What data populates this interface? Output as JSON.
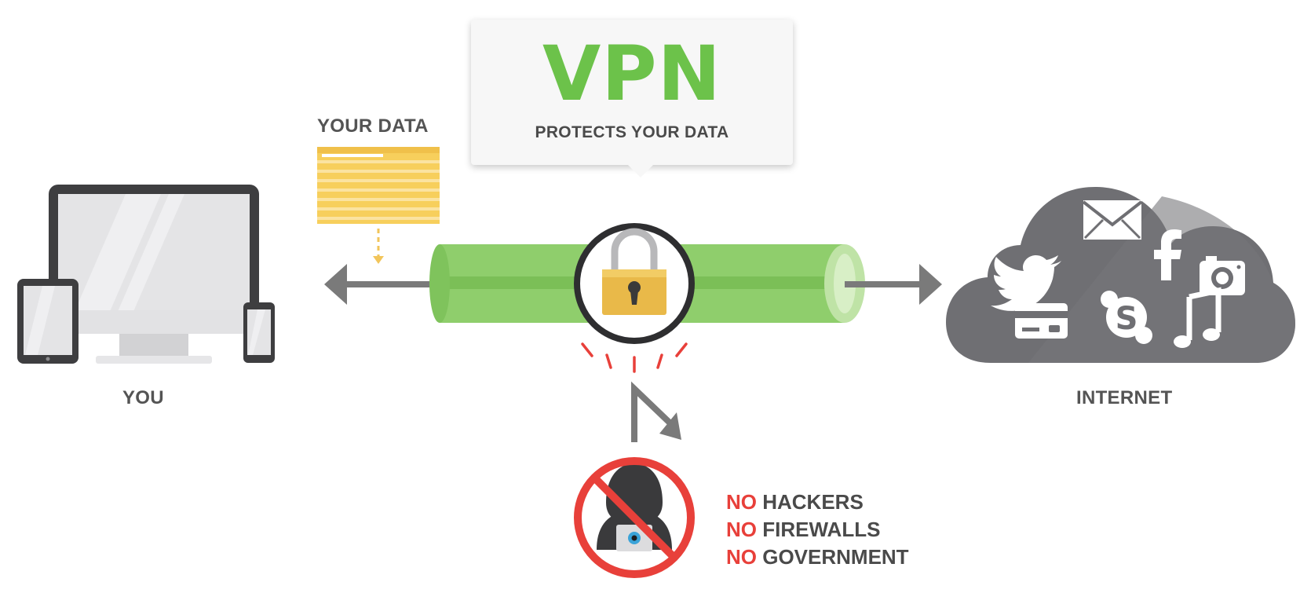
{
  "callout": {
    "title": "VPN",
    "subtitle": "PROTECTS YOUR DATA"
  },
  "data_label": "YOUR DATA",
  "you_label": "YOU",
  "internet_label": "INTERNET",
  "blocked": [
    {
      "no": "NO",
      "text": " HACKERS"
    },
    {
      "no": "NO",
      "text": " FIREWALLS"
    },
    {
      "no": "NO",
      "text": " GOVERNMENT"
    }
  ],
  "colors": {
    "vpn_green": "#6cc24a",
    "tunnel_green": "#8fce6c",
    "arrow_gray": "#7a7a7a",
    "alert_red": "#e8403a",
    "data_yellow": "#f7cf5c",
    "lock_gold": "#e9b949",
    "cloud_gray": "#6f6f73",
    "device_dark": "#3e3e40"
  },
  "icons": [
    "laptop-monitor-icon",
    "tablet-icon",
    "phone-icon",
    "data-sheet-icon",
    "padlock-icon",
    "cloud-icon",
    "mail-icon",
    "twitter-icon",
    "facebook-icon",
    "camera-icon",
    "credit-card-icon",
    "skype-icon",
    "music-note-icon",
    "hacker-icon",
    "prohibited-icon"
  ]
}
